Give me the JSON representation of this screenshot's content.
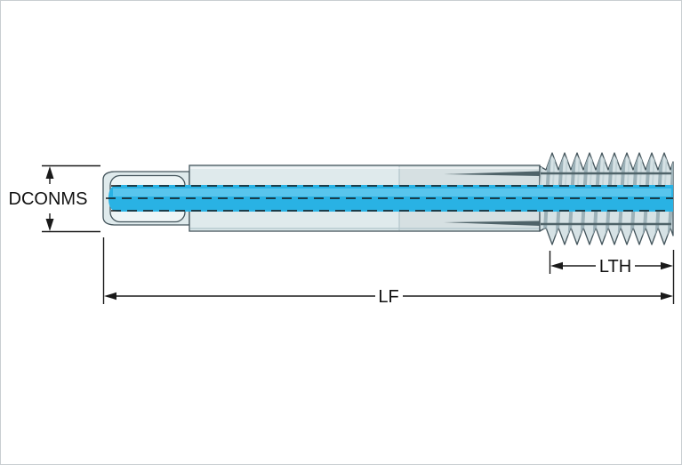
{
  "labels": {
    "dconms": "DCONMS",
    "lf": "LF",
    "lth": "LTH"
  },
  "colors": {
    "body": "#dfeaec",
    "body_light": "#eef5f6",
    "thread_body": "#d6e2e5",
    "highlight": "#29b2e4",
    "outline": "#44555c",
    "dimension": "#1a1a1a"
  }
}
